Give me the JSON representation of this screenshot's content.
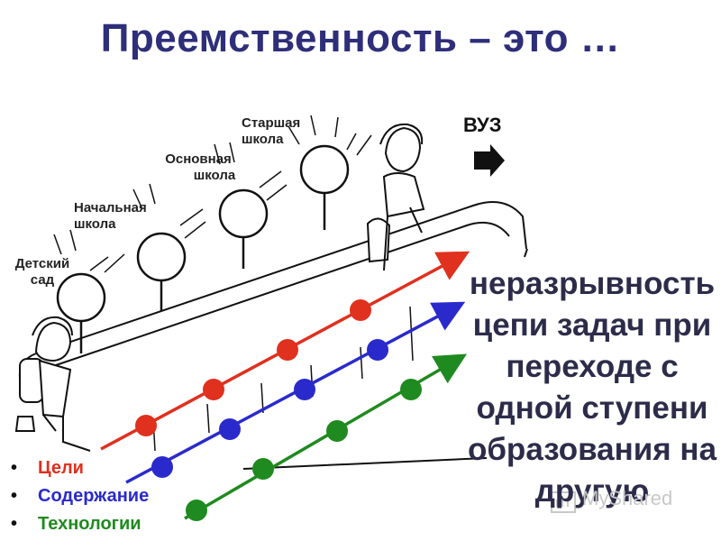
{
  "title": "Преемственность – это …",
  "stages": [
    {
      "line1": "Детский",
      "line2": "сад"
    },
    {
      "line1": "Начальная",
      "line2": "школа"
    },
    {
      "line1": "Основная",
      "line2": "школа"
    },
    {
      "line1": "Старшая",
      "line2": "школа"
    }
  ],
  "vuz_label": "ВУЗ",
  "description": "неразрывность цепи задач при переходе с одной ступени образования на другую",
  "legend": [
    {
      "label": "Цели",
      "color": "#e0301e"
    },
    {
      "label": "Содержание",
      "color": "#2a2acc"
    },
    {
      "label": "Технологии",
      "color": "#1f8a1f"
    }
  ],
  "watermark": "MyShared",
  "colors": {
    "title": "#2e2e7a",
    "red": "#e0301e",
    "blue": "#2a2acc",
    "green": "#1f8a1f"
  }
}
